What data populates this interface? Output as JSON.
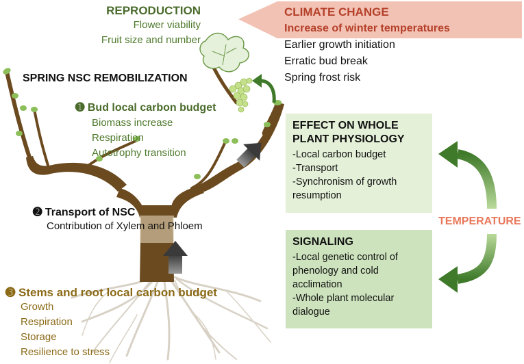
{
  "reproduction": {
    "title": "REPRODUCTION",
    "items": [
      "Flower viability",
      "Fruit size and number"
    ]
  },
  "climate": {
    "title": "CLIMATE CHANGE",
    "subtitle": "Increase of winter temperatures",
    "items": [
      "Earlier growth initiation",
      "Erratic bud break",
      "Spring frost risk"
    ]
  },
  "spring": {
    "title": "SPRING NSC REMOBILIZATION"
  },
  "bud": {
    "marker": "➊",
    "title": "Bud local carbon budget",
    "items": [
      "Biomass increase",
      "Respiration",
      "Autotrophy transition"
    ]
  },
  "transport": {
    "marker": "➋",
    "title": "Transport of NSC",
    "sub": "Contribution of Xylem and Phloem"
  },
  "stems": {
    "marker": "➌",
    "title": "Stems and root local carbon budget",
    "items": [
      "Growth",
      "Respiration",
      "Storage",
      "Resilience to stress"
    ]
  },
  "effect": {
    "title_1": "EFFECT ON WHOLE",
    "title_2": "PLANT PHYSIOLOGY",
    "items": [
      "-Local carbon budget",
      "-Transport",
      "-Synchronism of growth",
      "resumption"
    ]
  },
  "signaling": {
    "title": "SIGNALING",
    "items": [
      "-Local genetic control  of",
      "phenology and cold",
      "acclimation",
      "-Whole plant molecular",
      "dialogue"
    ]
  },
  "temperature": {
    "label": "TEMPERATURE"
  },
  "colors": {
    "green_heading": "#4a6b2b",
    "olive": "#8b6a17",
    "climate_arrow": "#f2c2b4",
    "climate_text": "#b5402a",
    "temperature": "#e8775a",
    "box_light": "#e4f0d8",
    "box_mid": "#cde3bd",
    "trunk": "#6b4a1f"
  }
}
